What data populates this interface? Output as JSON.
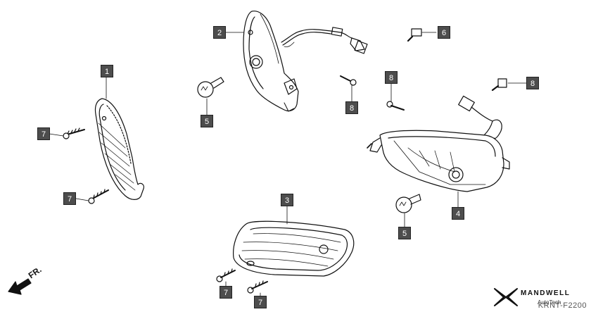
{
  "diagram": {
    "callouts": {
      "c1": "1",
      "c2": "2",
      "c3": "3",
      "c4": "4",
      "c5a": "5",
      "c5b": "5",
      "c6": "6",
      "c7a": "7",
      "c7b": "7",
      "c7c": "7",
      "c7d": "7",
      "c8a": "8",
      "c8b": "8",
      "c8c": "8"
    },
    "direction_label": "FR.",
    "diagram_code": "KRNT-F2200",
    "brand": {
      "name": "MANDWELL",
      "sub": "AutoTech"
    }
  }
}
